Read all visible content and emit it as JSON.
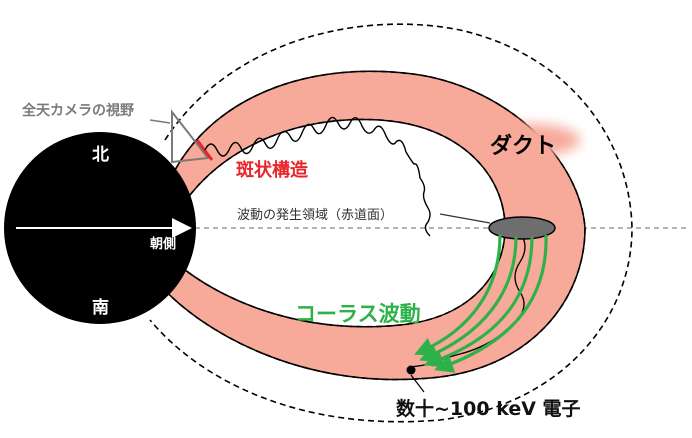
{
  "labels": {
    "camera_fov": "全天カメラの視野",
    "north": "北",
    "south": "南",
    "dawn_side": "朝側",
    "patchy_structure": "斑状構造",
    "source_region": "波動の発生領域（赤道面）",
    "duct": "ダクト",
    "chorus_wave": "コーラス波動",
    "electrons": "数十~100 keV 電子"
  },
  "colors": {
    "duct_fill": "#f7a99a",
    "planet": "#000000",
    "chorus_arrow": "#2db24a",
    "patchy_text": "#e8262a",
    "source_ellipse": "#6e6e6e",
    "camera_text": "#7a7a7a"
  }
}
